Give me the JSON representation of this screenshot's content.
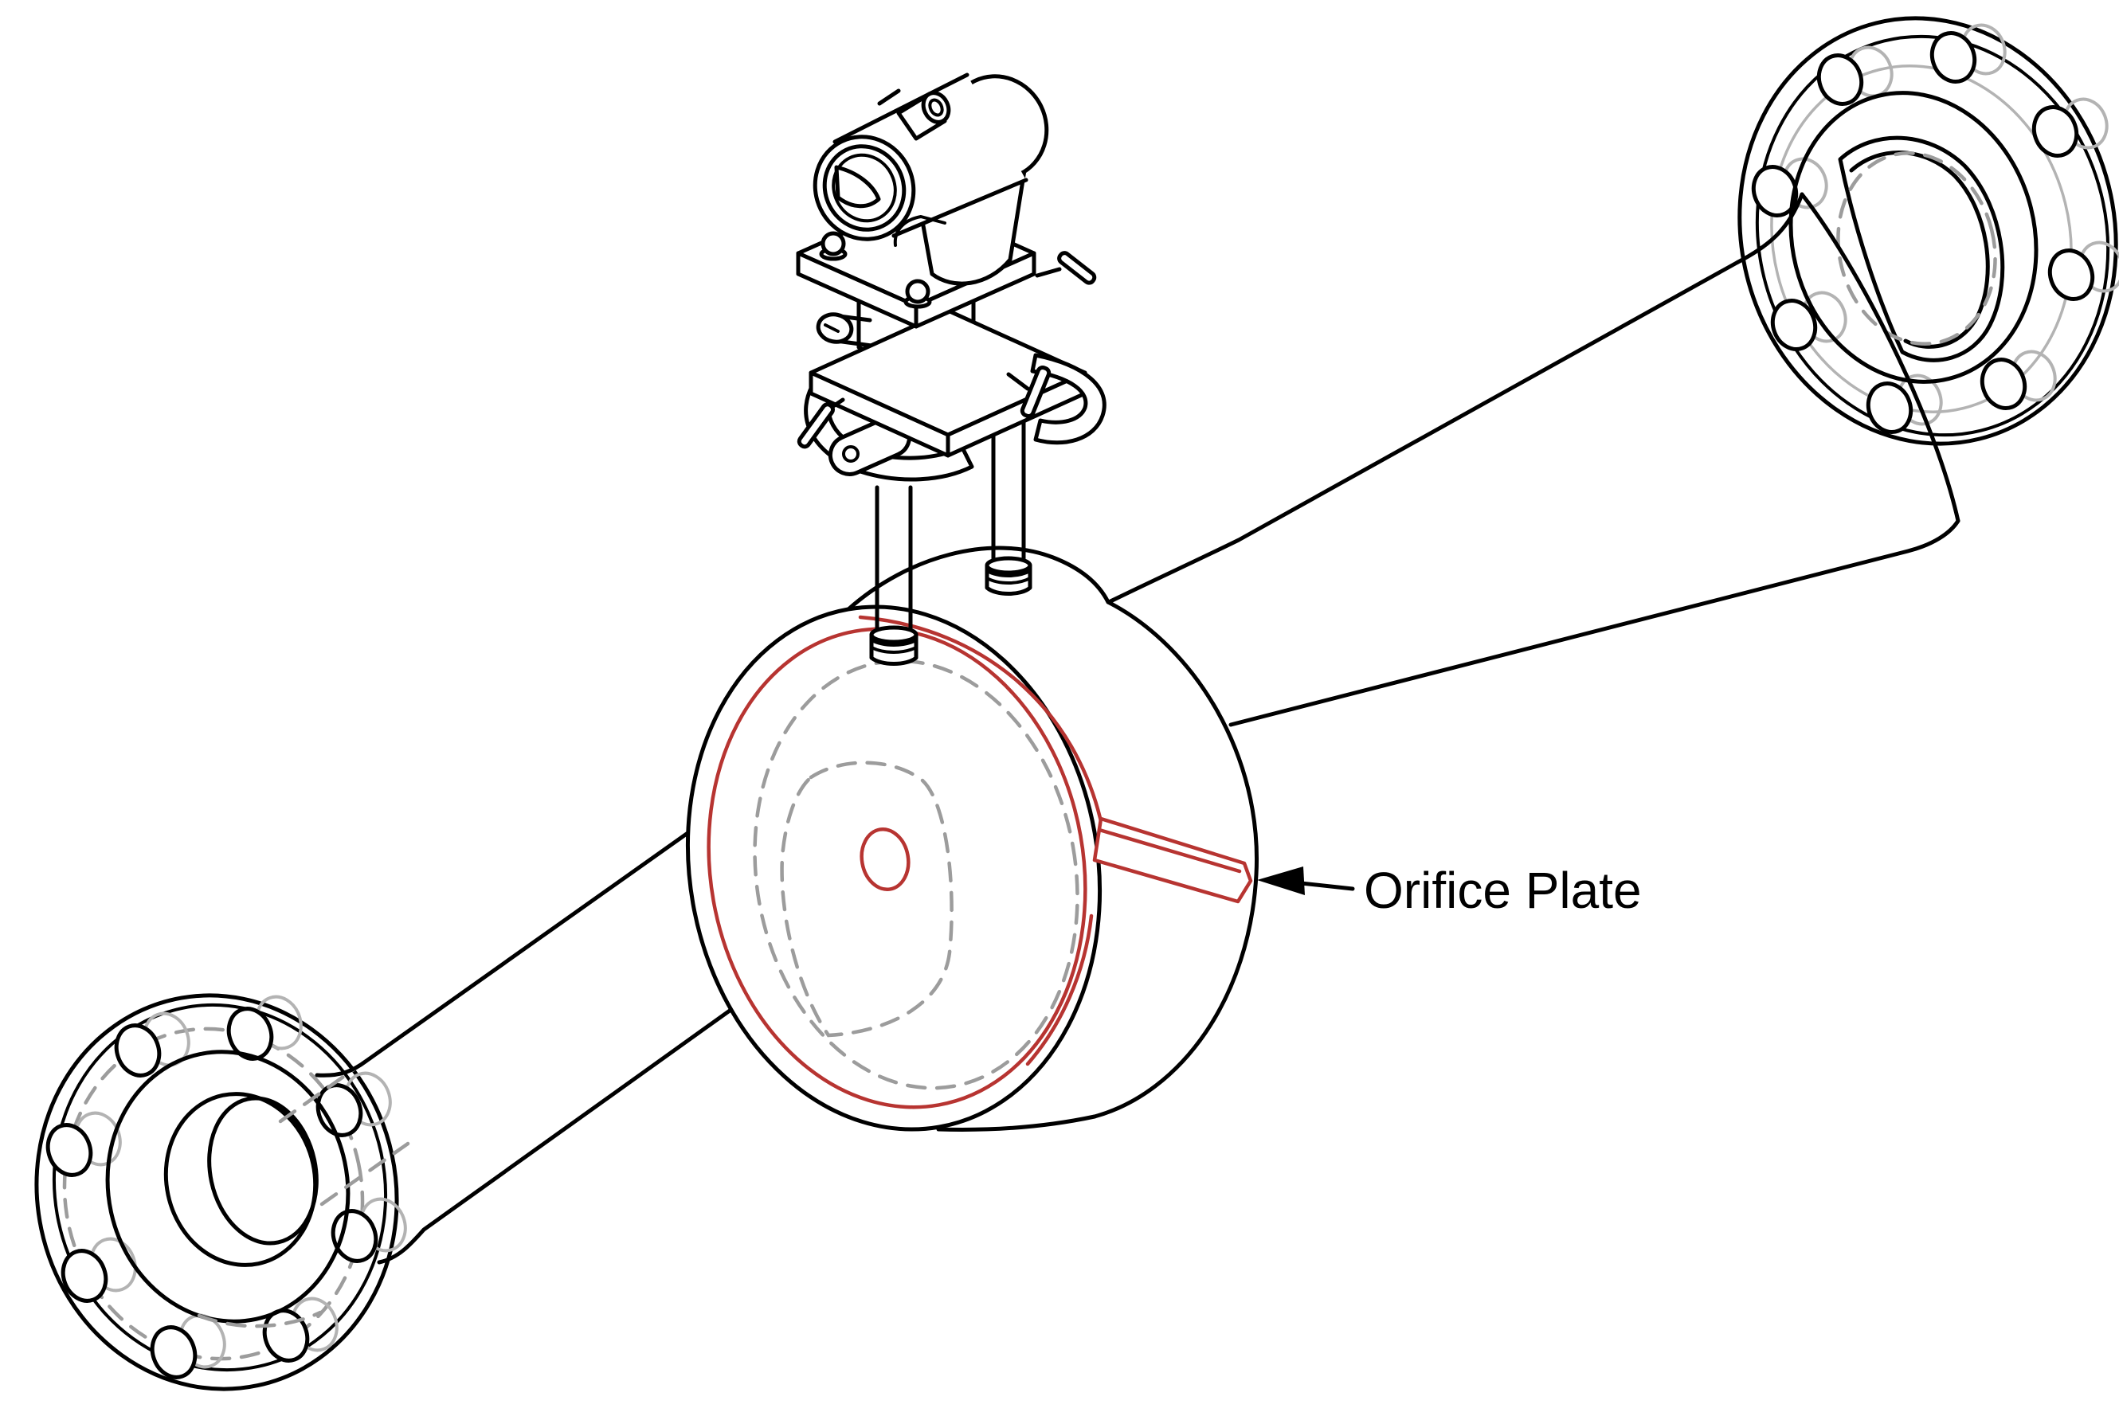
{
  "annotation": {
    "label": "Orifice Plate"
  },
  "colors": {
    "background": "#ffffff",
    "line": "#000000",
    "highlight": "#b73431",
    "hidden": "#9c9c9c",
    "ghost": "#b3b3b3",
    "text": "#000000"
  },
  "components": [
    "pressure-transmitter",
    "valve-manifold",
    "mounting-bracket",
    "impulse-tubes",
    "orifice-flange-union",
    "orifice-plate",
    "orifice-bore",
    "orifice-plate-handle-tab",
    "pipe-upstream",
    "pipe-downstream",
    "flange-upstream",
    "flange-downstream",
    "bolt-holes",
    "annotation-arrow"
  ]
}
